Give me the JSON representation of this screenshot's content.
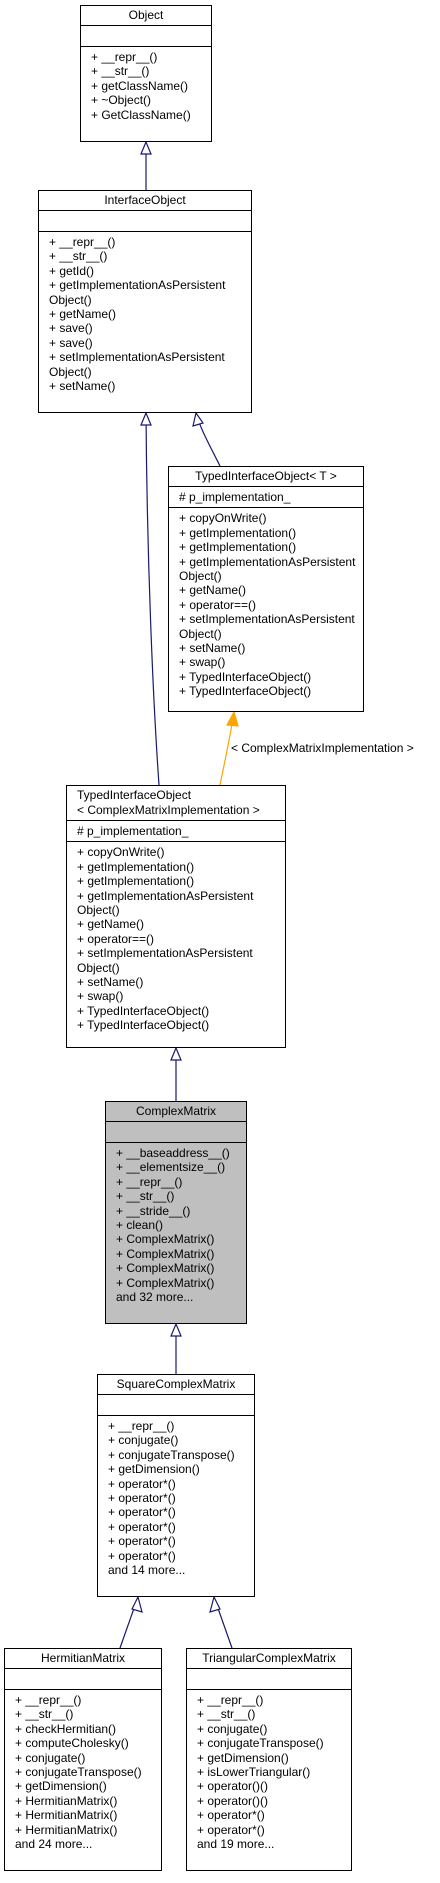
{
  "colors": {
    "inheritance": "#191970",
    "template": "#ffa500",
    "highlight": "#bfbfbf"
  },
  "classes": {
    "object": {
      "title": "Object",
      "attributes": [],
      "methods": [
        "+ __repr__()",
        "+ __str__()",
        "+ getClassName()",
        "+ ~Object()",
        "+ GetClassName()"
      ]
    },
    "interface_object": {
      "title": "InterfaceObject",
      "attributes": [],
      "methods": [
        "+ __repr__()",
        "+ __str__()",
        "+ getId()",
        "+ getImplementationAsPersistent\nObject()",
        "+ getName()",
        "+ save()",
        "+ save()",
        "+ setImplementationAsPersistent\nObject()",
        "+ setName()"
      ]
    },
    "typed_interface_object_t": {
      "title": "TypedInterfaceObject< T >",
      "attributes": [
        "# p_implementation_"
      ],
      "methods": [
        "+ copyOnWrite()",
        "+ getImplementation()",
        "+ getImplementation()",
        "+ getImplementationAsPersistent\nObject()",
        "+ getName()",
        "+ operator==()",
        "+ setImplementationAsPersistent\nObject()",
        "+ setName()",
        "+ swap()",
        "+ TypedInterfaceObject()",
        "+ TypedInterfaceObject()"
      ]
    },
    "typed_interface_object_cmi": {
      "title": "TypedInterfaceObject\n< ComplexMatrixImplementation >",
      "attributes": [
        "# p_implementation_"
      ],
      "methods": [
        "+ copyOnWrite()",
        "+ getImplementation()",
        "+ getImplementation()",
        "+ getImplementationAsPersistent\nObject()",
        "+ getName()",
        "+ operator==()",
        "+ setImplementationAsPersistent\nObject()",
        "+ setName()",
        "+ swap()",
        "+ TypedInterfaceObject()",
        "+ TypedInterfaceObject()"
      ]
    },
    "complex_matrix": {
      "title": "ComplexMatrix",
      "attributes": [],
      "methods": [
        "+ __baseaddress__()",
        "+ __elementsize__()",
        "+ __repr__()",
        "+ __str__()",
        "+ __stride__()",
        "+ clean()",
        "+ ComplexMatrix()",
        "+ ComplexMatrix()",
        "+ ComplexMatrix()",
        "+ ComplexMatrix()",
        "and 32 more..."
      ]
    },
    "square_complex_matrix": {
      "title": "SquareComplexMatrix",
      "attributes": [],
      "methods": [
        "+ __repr__()",
        "+ conjugate()",
        "+ conjugateTranspose()",
        "+ getDimension()",
        "+ operator*()",
        "+ operator*()",
        "+ operator*()",
        "+ operator*()",
        "+ operator*()",
        "+ operator*()",
        "and 14 more..."
      ]
    },
    "hermitian_matrix": {
      "title": "HermitianMatrix",
      "attributes": [],
      "methods": [
        "+ __repr__()",
        "+ __str__()",
        "+ checkHermitian()",
        "+ computeCholesky()",
        "+ conjugate()",
        "+ conjugateTranspose()",
        "+ getDimension()",
        "+ HermitianMatrix()",
        "+ HermitianMatrix()",
        "+ HermitianMatrix()",
        "and 24 more..."
      ]
    },
    "triangular_complex_matrix": {
      "title": "TriangularComplexMatrix",
      "attributes": [],
      "methods": [
        "+ __repr__()",
        "+ __str__()",
        "+ conjugate()",
        "+ conjugateTranspose()",
        "+ getDimension()",
        "+ isLowerTriangular()",
        "+ operator()()",
        "+ operator()()",
        "+ operator*()",
        "+ operator*()",
        "and 19 more..."
      ]
    }
  },
  "edges": [
    {
      "from": "interface_object",
      "to": "object",
      "kind": "inheritance"
    },
    {
      "from": "typed_interface_object_t",
      "to": "interface_object",
      "kind": "inheritance"
    },
    {
      "from": "typed_interface_object_cmi",
      "to": "interface_object",
      "kind": "inheritance"
    },
    {
      "from": "typed_interface_object_cmi",
      "to": "typed_interface_object_t",
      "kind": "template",
      "label": "< ComplexMatrixImplementation >"
    },
    {
      "from": "complex_matrix",
      "to": "typed_interface_object_cmi",
      "kind": "inheritance"
    },
    {
      "from": "square_complex_matrix",
      "to": "complex_matrix",
      "kind": "inheritance"
    },
    {
      "from": "hermitian_matrix",
      "to": "square_complex_matrix",
      "kind": "inheritance"
    },
    {
      "from": "triangular_complex_matrix",
      "to": "square_complex_matrix",
      "kind": "inheritance"
    }
  ]
}
